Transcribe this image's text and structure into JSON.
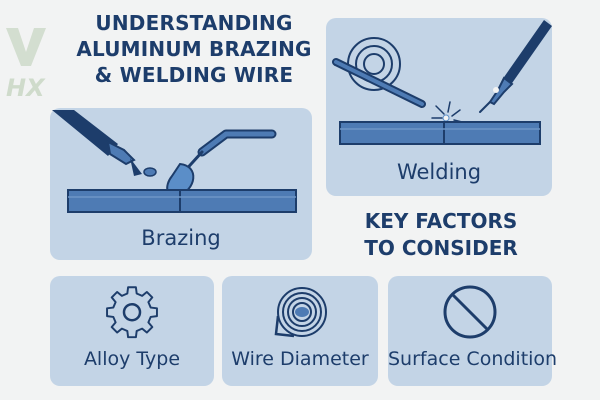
{
  "header": {
    "title_lines": [
      "UNDERSTANDING",
      "ALUMINUM BRAZING",
      "& WELDING WIRE"
    ],
    "watermark_text": "HX"
  },
  "processes": {
    "brazing": {
      "label": "Brazing"
    },
    "welding": {
      "label": "Welding"
    }
  },
  "key_factors": {
    "heading_lines": [
      "KEY FACTORS",
      "TO CONSIDER"
    ],
    "items": [
      {
        "label": "Alloy Type",
        "icon": "gear-icon"
      },
      {
        "label": "Wire Diameter",
        "icon": "wire-coil-icon"
      },
      {
        "label": "Surface Condition",
        "icon": "prohibited-icon"
      }
    ]
  },
  "colors": {
    "background": "#f2f3f3",
    "panel": "#c3d4e6",
    "navy": "#1d3d6b",
    "metal": "#4e7bb4",
    "accent": "#5b8ec8"
  }
}
